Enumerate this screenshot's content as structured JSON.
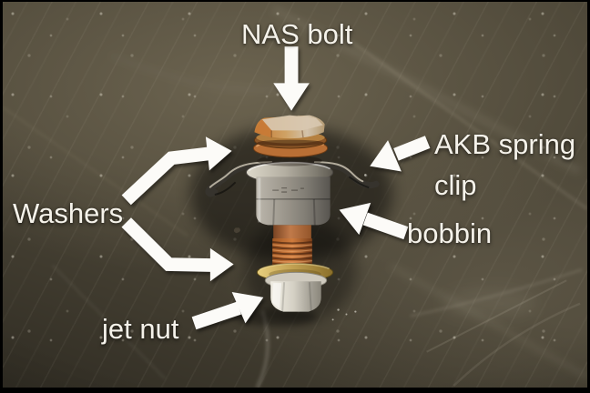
{
  "labels": {
    "nas_bolt": "NAS bolt",
    "akb_spring_clip": "AKB spring\nclip",
    "washers": "Washers",
    "bobbin": "bobbin",
    "jet_nut": "jet nut"
  },
  "colors": {
    "surface": "#544e3e",
    "label_text": "#f5f2ea",
    "arrow_white": "#fcfbf8",
    "bolt_head_brass": "#c57a34",
    "copper_washer": "#b96f35",
    "spring_clip_steel": "#36332d",
    "steel_washer": "#b3aea1",
    "bobbin_metal": "#8f8b82",
    "stud_copper": "#c87a3e",
    "brass_washer": "#c3a253",
    "jet_nut_silver": "#d5d1c5"
  }
}
